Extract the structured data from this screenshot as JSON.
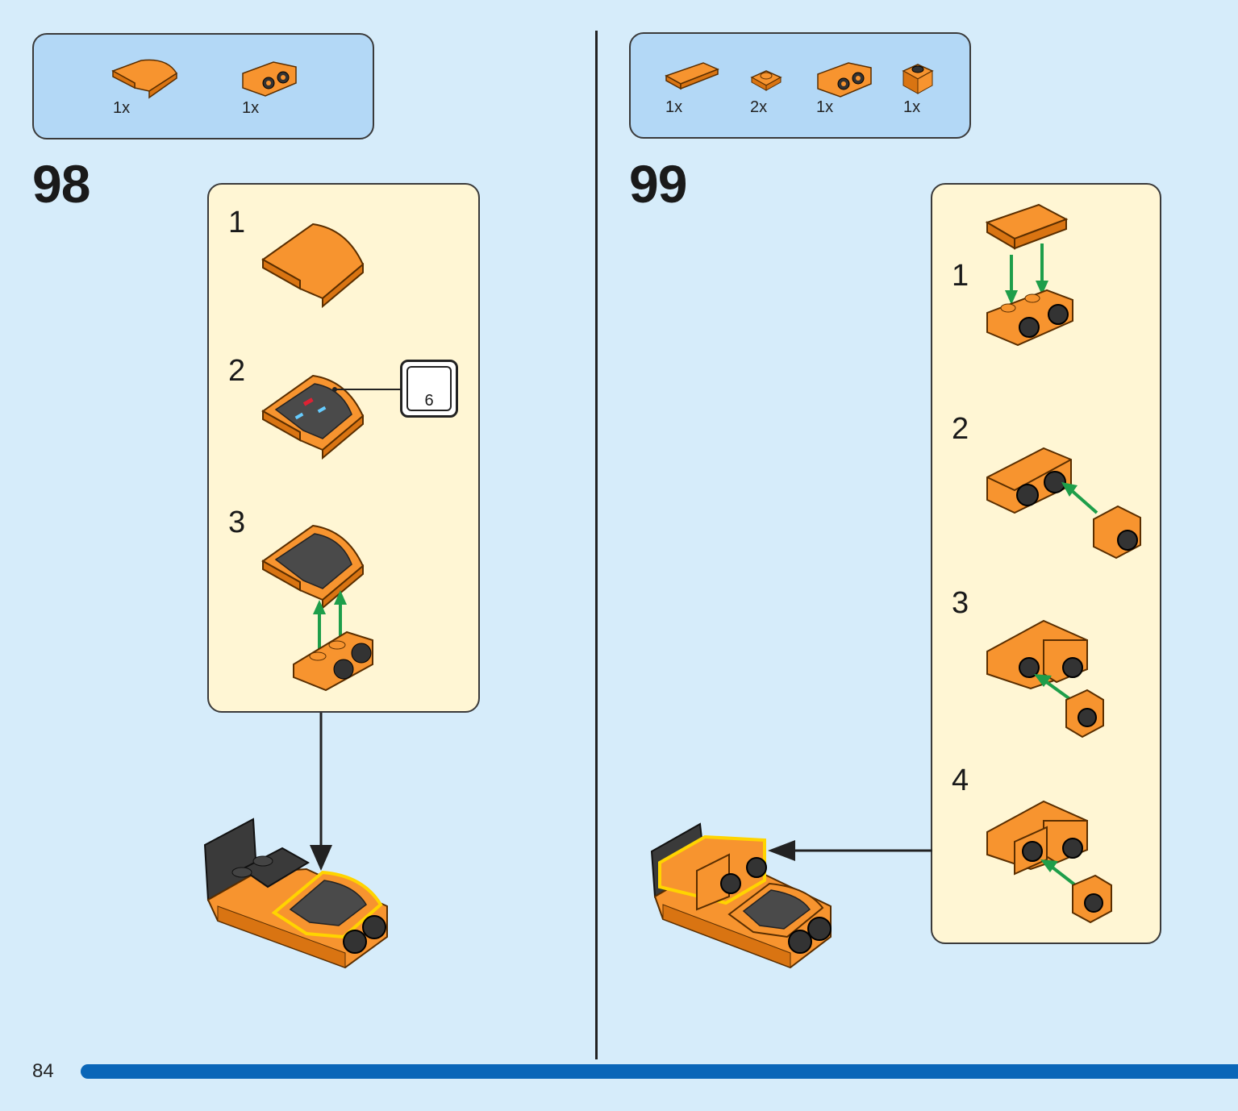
{
  "page": {
    "number": "84"
  },
  "step98": {
    "number": "98",
    "parts": [
      {
        "icon": "curved-slope-2x2-orange-icon",
        "qty": "1x"
      },
      {
        "icon": "bracket-headlight-orange-icon",
        "qty": "1x"
      }
    ],
    "substeps": [
      {
        "number": "1"
      },
      {
        "number": "2",
        "sticker": "6"
      },
      {
        "number": "3"
      }
    ]
  },
  "step99": {
    "number": "99",
    "parts": [
      {
        "icon": "tile-2x4-orange-icon",
        "qty": "1x"
      },
      {
        "icon": "round-plate-1x1-orange-icon",
        "qty": "2x"
      },
      {
        "icon": "bracket-headlight-orange-icon",
        "qty": "1x"
      },
      {
        "icon": "headlight-brick-orange-icon",
        "qty": "1x"
      }
    ],
    "substeps": [
      {
        "number": "1"
      },
      {
        "number": "2"
      },
      {
        "number": "3"
      },
      {
        "number": "4"
      }
    ]
  },
  "colors": {
    "background": "#d6ecfa",
    "parts_box": "#b3d8f6",
    "substep_panel": "#fff6d4",
    "brick_orange": "#f7942f",
    "arrow_green": "#1e9e4a",
    "highlight_yellow": "#ffd400",
    "progress_bar": "#0a66b8"
  }
}
